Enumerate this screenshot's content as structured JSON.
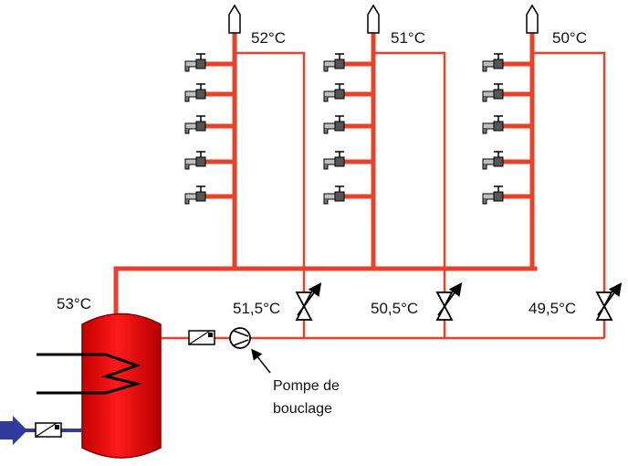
{
  "colors": {
    "hot_pipe": "#e8432a",
    "return_pipe": "#e8432a",
    "tank": "#ee0000",
    "tank_dark": "#b30000",
    "inlet_arrow": "#2f3c9e",
    "valve_gray": "#7a7a7a",
    "black": "#000000"
  },
  "labels": {
    "col1_temp": "52°C",
    "col2_temp": "51°C",
    "col3_temp": "50°C",
    "tank_temp": "53°C",
    "return1_temp": "51,5°C",
    "return2_temp": "50,5°C",
    "return3_temp": "49,5°C",
    "pump_label_line1": "Pompe de",
    "pump_label_line2": "bouclage"
  },
  "icons": {
    "tap": "faucet-icon",
    "vent": "air-vent-icon",
    "balancing_valve": "balancing-valve-icon",
    "check_valve": "check-valve-icon",
    "pump": "pump-icon",
    "inlet": "inlet-arrow-icon"
  }
}
